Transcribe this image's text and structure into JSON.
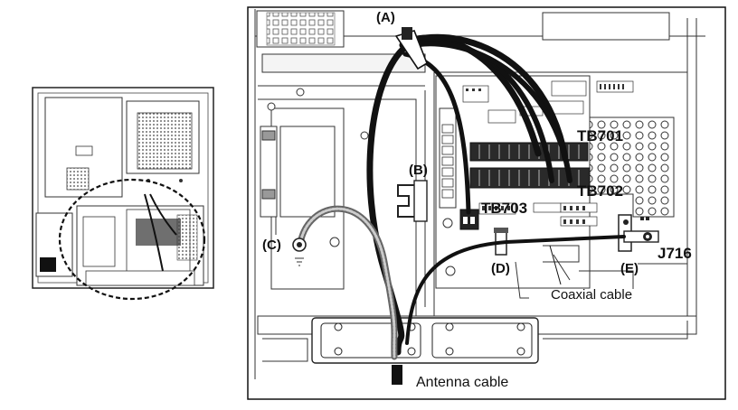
{
  "labels": {
    "a": "(A)",
    "b": "(B)",
    "c": "(C)",
    "d": "(D)",
    "e": "(E)",
    "tb701": "TB701",
    "tb702": "TB702",
    "tb703": "TB703",
    "j716": "J716",
    "coaxial": "Coaxial cable",
    "antenna": "Antenna cable"
  }
}
